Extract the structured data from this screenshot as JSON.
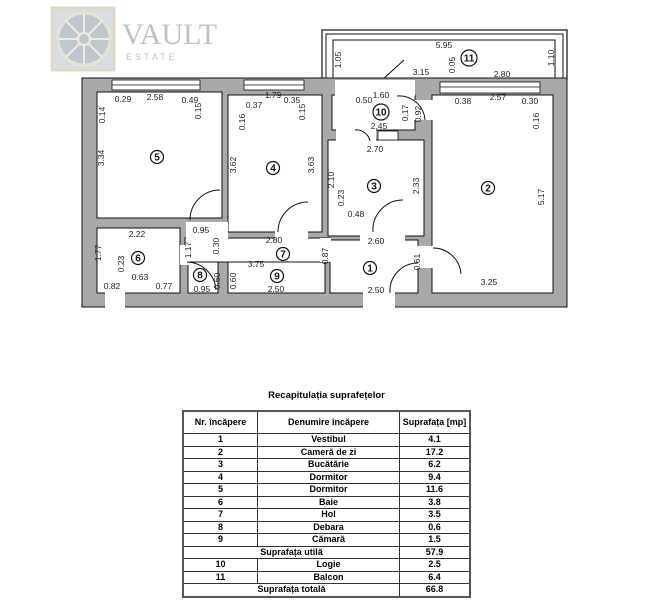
{
  "logo": {
    "text_top": "VAULT",
    "text_bottom": "ESTATE"
  },
  "plan": {
    "room_numbers": [
      "1",
      "2",
      "3",
      "4",
      "5",
      "6",
      "7",
      "8",
      "9",
      "10",
      "11"
    ],
    "dimensions": [
      "0.29",
      "2.58",
      "0.49",
      "0.15",
      "0.14",
      "3.34",
      "1.79",
      "0.37",
      "0.35",
      "0.15",
      "0.16",
      "3.62",
      "3.63",
      "5.95",
      "1.05",
      "0.05",
      "1.10",
      "3.15",
      "2.80",
      "0.50",
      "1.60",
      "2.45",
      "0.17",
      "0.92",
      "0.38",
      "2.57",
      "0.30",
      "0.16",
      "5.17",
      "2.70",
      "2.10",
      "0.23",
      "0.48",
      "2.33",
      "2.60",
      "0.87",
      "0.61",
      "2.50",
      "3.25",
      "0.95",
      "2.22",
      "1.77",
      "0.23",
      "0.63",
      "0.82",
      "0.77",
      "1.17",
      "0.30",
      "2.80",
      "3.75",
      "0.60",
      "0.60",
      "0.95",
      "2.50"
    ],
    "colors": {
      "wall": "#a9a9a9",
      "line": "#111111"
    }
  },
  "table": {
    "title": "Recapitulația suprafețelor",
    "headers": [
      "Nr. încăpere",
      "Denumire încăpere",
      "Suprafața [mp]"
    ],
    "rows": [
      {
        "nr": "1",
        "name": "Vestibul",
        "area": "4.1"
      },
      {
        "nr": "2",
        "name": "Cameră de zi",
        "area": "17.2"
      },
      {
        "nr": "3",
        "name": "Bucătărie",
        "area": "6.2"
      },
      {
        "nr": "4",
        "name": "Dormitor",
        "area": "9.4"
      },
      {
        "nr": "5",
        "name": "Dormitor",
        "area": "11.6"
      },
      {
        "nr": "6",
        "name": "Baie",
        "area": "3.8"
      },
      {
        "nr": "7",
        "name": "Hol",
        "area": "3.5"
      },
      {
        "nr": "8",
        "name": "Debara",
        "area": "0.6"
      },
      {
        "nr": "9",
        "name": "Cămară",
        "area": "1.5"
      }
    ],
    "subtotal": {
      "label": "Suprafața utilă",
      "area": "57.9"
    },
    "extra_rows": [
      {
        "nr": "10",
        "name": "Logie",
        "area": "2.5"
      },
      {
        "nr": "11",
        "name": "Balcon",
        "area": "6.4"
      }
    ],
    "total": {
      "label": "Suprafața totală",
      "area": "66.8"
    }
  }
}
